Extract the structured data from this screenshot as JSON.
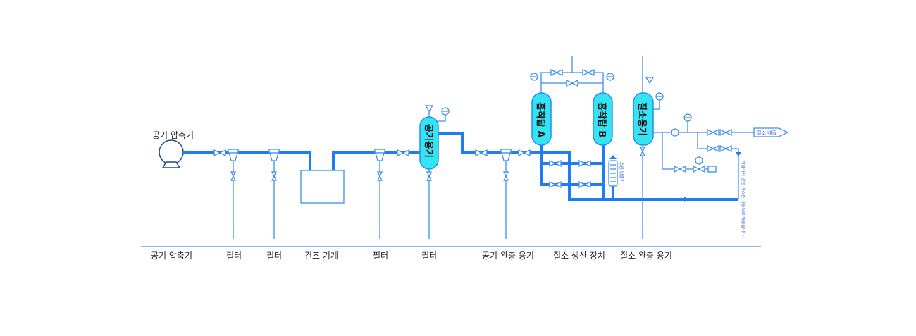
{
  "title_compressor": "공기 압축기",
  "bottom_labels": [
    "공기 압축기",
    "필터",
    "필터",
    "건조 기계",
    "필터",
    "필터",
    "공기 완충 용기",
    "질소 생산 장치",
    "질소 완충 용기"
  ],
  "tanks": {
    "air": "공기용기",
    "adsorber_a": "흡착탑 A",
    "adsorber_b": "흡착탑 B",
    "nitrogen": "질소용기"
  },
  "muffler": "소음 방출기",
  "outlet": "질소 배출",
  "note": "적합하지 않은 가스는 자동으로 배출됩니다.",
  "colors": {
    "pipe": "#1e7ef0",
    "tank_fill": "#35e4f4"
  }
}
